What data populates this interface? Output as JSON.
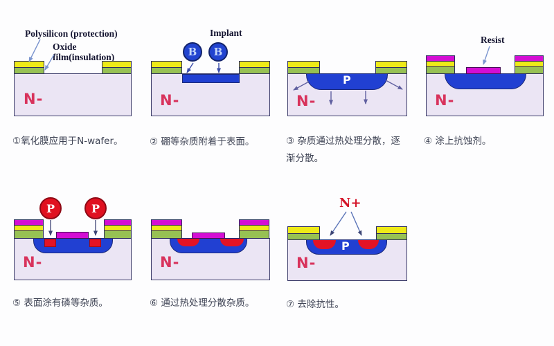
{
  "colors": {
    "wafer_body": "#ebe5f4",
    "wafer_border": "#3a3a68",
    "polysilicon_yellow": "#eeea18",
    "oxide_green": "#97c153",
    "resist_magenta": "#d40ed4",
    "p_region_blue": "#2140d2",
    "n_plus_red": "#e31325",
    "boron_circle_blue": "#2244d0",
    "phosphorus_circle_red": "#e01120",
    "substrate_text_red": "#d8335c",
    "caption_text": "#3e4354"
  },
  "steps": [
    {
      "caption": "①氧化膜应用于N-wafer。",
      "substrate": "N-",
      "labels": {
        "polysilicon": "Polysilicon (protection)",
        "oxide_line1": "Oxide",
        "oxide_line2": "film(insulation)"
      }
    },
    {
      "caption": "② 硼等杂质附着于表面。",
      "substrate": "N-",
      "labels": {
        "implant": "Implant",
        "dopant_symbol": "B"
      }
    },
    {
      "caption": "③ 杂质通过热处理分散，逐渐分散。",
      "substrate": "N-",
      "labels": {
        "region": "P"
      }
    },
    {
      "caption": "④ 涂上抗蚀剂。",
      "substrate": "N-",
      "labels": {
        "resist": "Resist"
      }
    },
    {
      "caption": "⑤ 表面涂有磷等杂质。",
      "substrate": "N-",
      "labels": {
        "dopant_symbol": "P"
      }
    },
    {
      "caption": "⑥ 通过热处理分散杂质。",
      "substrate": "N-"
    },
    {
      "caption": "⑦ 去除抗性。",
      "substrate": "N-",
      "labels": {
        "nplus": "N+",
        "region": "P"
      }
    }
  ]
}
